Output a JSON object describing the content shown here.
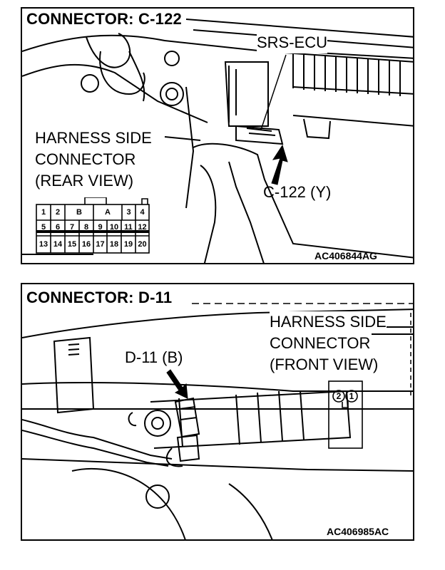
{
  "panel_top": {
    "title": "CONNECTOR: C-122",
    "ecu_label": "SRS-ECU",
    "harness_label_lines": [
      "HARNESS SIDE",
      "CONNECTOR",
      "(REAR VIEW)"
    ],
    "connector_label": "C-122 (Y)",
    "figure_code": "AC406844AG",
    "pins_row1": [
      "1",
      "2",
      "B",
      "A",
      "3",
      "4"
    ],
    "pins_row2": [
      "5",
      "6",
      "7",
      "8",
      "9",
      "10",
      "11",
      "12"
    ],
    "pins_row3": [
      "13",
      "14",
      "15",
      "16",
      "17",
      "18",
      "19",
      "20"
    ]
  },
  "panel_bottom": {
    "title": "CONNECTOR: D-11",
    "harness_label_lines": [
      "HARNESS SIDE",
      "CONNECTOR",
      "(FRONT VIEW)"
    ],
    "connector_label": "D-11 (B)",
    "figure_code": "AC406985AC",
    "pins": [
      "2",
      "1"
    ]
  }
}
